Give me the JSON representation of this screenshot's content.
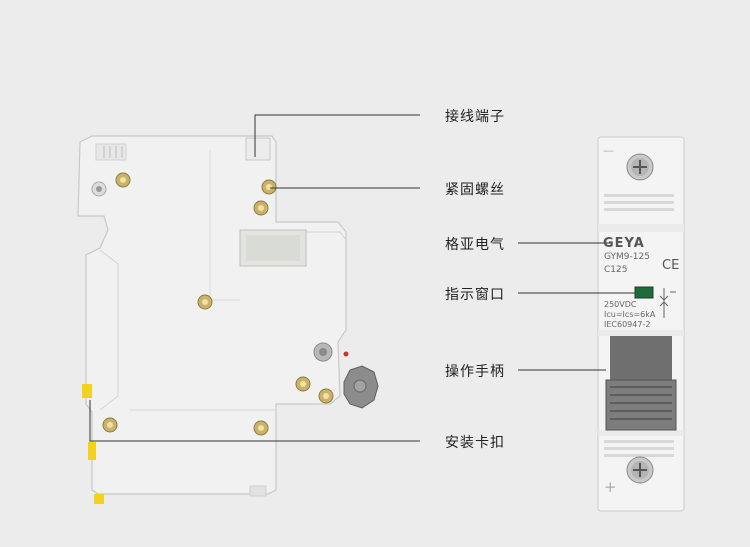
{
  "labels": {
    "terminal": "接线端子",
    "screw": "紧固螺丝",
    "arc_cover": "格亚电气",
    "indicator": "指示窗口",
    "handle": "操作手柄",
    "clip": "安装卡扣"
  },
  "device": {
    "brand": "GEYA",
    "model": "GYM9-125",
    "rating": "C125",
    "ce_mark": "CE",
    "voltage": "250VDC",
    "breaking_capacity": "Icu=Ics=6kA",
    "standard": "IEC60947-2",
    "minus_sign": "—",
    "plus_sign": "+"
  },
  "colors": {
    "background": "#ececec",
    "body": "#f3f3f3",
    "handle": "#6f6f6f",
    "indicator": "#1f6b39",
    "clip": "#f2d21c"
  }
}
